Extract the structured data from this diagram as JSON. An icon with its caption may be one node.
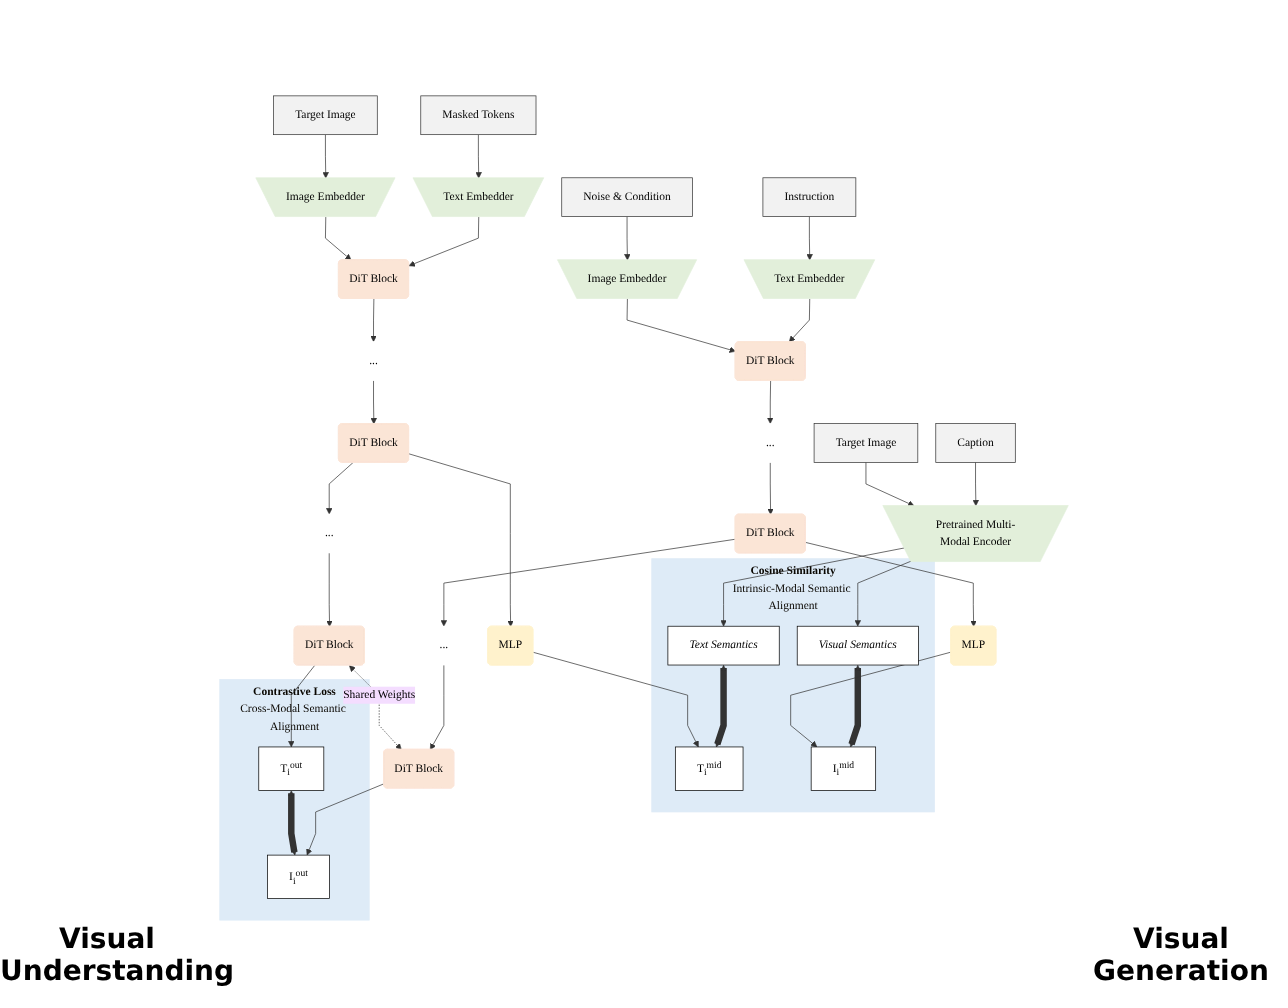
{
  "diagram": {
    "nodes": [
      {
        "text": [
          "Masked Tokens"
        ]
      },
      {
        "text": [
          "Target Image"
        ]
      },
      {
        "text": [
          "Caption"
        ]
      },
      {
        "text": [
          "Target Image"
        ]
      },
      {
        "text": [
          "Instruction"
        ]
      },
      {
        "text": [
          "Noise & Condition"
        ]
      },
      {
        "text": [
          "Text Embedder"
        ]
      },
      {
        "text": [
          "Image Embedder"
        ]
      },
      {
        "text": [
          "Pretrained Multi-Modal Encoder"
        ]
      },
      {
        "text": [
          "Text Embedder"
        ]
      },
      {
        "text": [
          "Image Embedder"
        ]
      },
      {
        "text": [
          "DiT Block"
        ]
      },
      {
        "text": [
          "Cosine Similarity",
          "Intrinsic-Modal Semantic Alignment"
        ]
      },
      {
        "text": [
          "Text Semantics"
        ],
        "in": 12
      },
      {
        "text": [
          "Visual Semantics"
        ],
        "in": 12
      },
      {
        "text": [
          "DiT Block"
        ]
      },
      {
        "text": [
          "..."
        ]
      },
      {
        "text": [
          "..."
        ]
      },
      {
        "text": [
          "DiT Block"
        ]
      },
      {
        "text": [
          "DiT Block"
        ]
      },
      {
        "text": [
          "MLP"
        ]
      },
      {
        "text": [
          "T$_{i}$$^{mid}$"
        ],
        "in": 12
      },
      {
        "text": [
          "I$_{i}$$^{mid}$"
        ],
        "in": 12
      },
      {
        "text": [
          "MLP"
        ]
      },
      {
        "text": [
          "..."
        ]
      },
      {
        "text": [
          "..."
        ]
      },
      {
        "text": [
          "DiT Block"
        ]
      },
      {
        "text": [
          "DiT Block"
        ]
      },
      {
        "text": [
          "Contrastive Loss",
          "Cross-Modal Semantic Alignment"
        ]
      },
      {
        "text": [
          "T$_{i}$$^{out}$"
        ],
        "in": 28
      },
      {
        "text": [
          "I$_{i}$$^{out}$"
        ],
        "in": 28
      }
    ],
    "edges": [
      {
        "from": 0,
        "to": 6,
        "arrow": "to"
      },
      {
        "from": 1,
        "to": 7,
        "arrow": "to"
      },
      {
        "from": 2,
        "to": 8,
        "arrow": "to"
      },
      {
        "from": 3,
        "to": 8,
        "arrow": "to"
      },
      {
        "from": 4,
        "to": 9,
        "arrow": "to"
      },
      {
        "from": 5,
        "to": 10,
        "arrow": "to"
      },
      {
        "from": 6,
        "to": 11,
        "arrow": "to"
      },
      {
        "from": 7,
        "to": 11,
        "arrow": "to"
      },
      {
        "from": 9,
        "to": 15,
        "arrow": "to"
      },
      {
        "from": 10,
        "to": 15,
        "arrow": "to"
      },
      {
        "from": 8,
        "to": 13,
        "arrow": "to"
      },
      {
        "from": 8,
        "to": 14,
        "arrow": "to"
      },
      {
        "from": 13,
        "to": 21,
        "arrow": "both",
        "style": "thick"
      },
      {
        "from": 14,
        "to": 22,
        "arrow": "both",
        "style": "thick"
      },
      {
        "from": 11,
        "to": 16,
        "arrow": "to"
      },
      {
        "from": 16,
        "to": 18,
        "arrow": "to"
      },
      {
        "from": 15,
        "to": 17,
        "arrow": "to"
      },
      {
        "from": 17,
        "to": 19,
        "arrow": "to"
      },
      {
        "from": 18,
        "to": 20,
        "arrow": "to"
      },
      {
        "from": 18,
        "to": 24,
        "arrow": "to"
      },
      {
        "from": 20,
        "to": 21,
        "arrow": "to"
      },
      {
        "from": 19,
        "to": 23,
        "arrow": "to"
      },
      {
        "from": 19,
        "to": 25,
        "arrow": "to"
      },
      {
        "from": 23,
        "to": 22,
        "arrow": "to"
      },
      {
        "from": 24,
        "to": 26,
        "arrow": "to"
      },
      {
        "from": 25,
        "to": 27,
        "arrow": "to"
      },
      {
        "from": 26,
        "to": 27,
        "arrow": "both",
        "style": "dashed",
        "label": "Shared Weights"
      },
      {
        "from": 26,
        "to": 29,
        "arrow": "to"
      },
      {
        "from": 27,
        "to": 30,
        "arrow": "to"
      },
      {
        "from": 29,
        "to": 30,
        "arrow": "both",
        "style": "thick"
      }
    ],
    "labels": [
      "Visual Understanding",
      "Visual Generation"
    ]
  }
}
